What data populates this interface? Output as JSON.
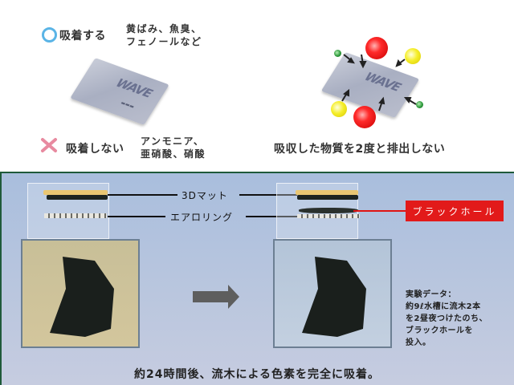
{
  "top_left": {
    "adsorbs": {
      "icon": "circle-icon",
      "icon_color": "#5ab4e6",
      "label": "吸着する",
      "examples_line1": "黄ばみ、魚臭、",
      "examples_line2": "フェノールなど"
    },
    "not_adsorbs": {
      "icon": "cross-icon",
      "icon_color": "#e88aa0",
      "label": "吸着しない",
      "examples_line1": "アンモニア、",
      "examples_line2": "亜硝酸、硝酸"
    },
    "packet_logo": "WAVE"
  },
  "top_right": {
    "packet_logo": "WAVE",
    "caption": "吸収した物質を2度と排出しない"
  },
  "panel": {
    "mat_label": "3Dマット",
    "ring_label": "エアロリング",
    "blackhole_label": "ブラックホール",
    "blackhole_color": "#e21a1a",
    "experiment_note": {
      "title": "実験データ：",
      "line1": "約9ℓ水槽に流木2本",
      "line2": "を2昼夜つけたのち、",
      "line3": "ブラックホールを",
      "line4": "投入。"
    },
    "footer": "約24時間後、流木による色素を完全に吸着。"
  }
}
